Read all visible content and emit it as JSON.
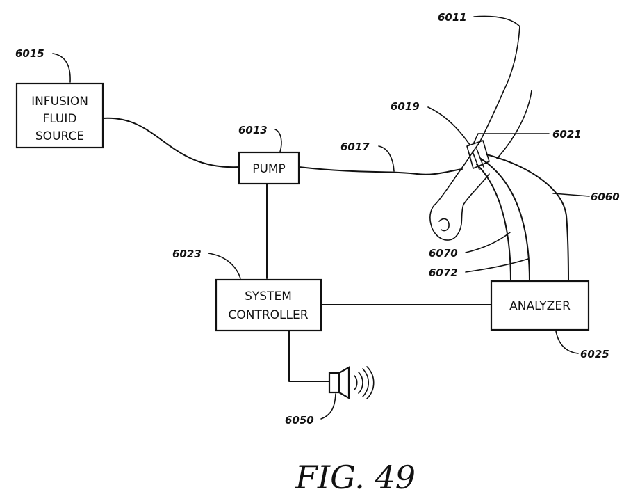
{
  "blocks": {
    "infusion_fluid_source": [
      "INFUSION",
      "FLUID",
      "SOURCE"
    ],
    "pump": "PUMP",
    "system_controller": [
      "SYSTEM",
      "CONTROLLER"
    ],
    "analyzer": "ANALYZER"
  },
  "refs": {
    "patient_arm": "6011",
    "pump": "6013",
    "infusion_fluid_source": "6015",
    "tubing": "6017",
    "catheter": "6019",
    "insertion_site": "6021",
    "system_controller": "6023",
    "analyzer": "6025",
    "alarm_speaker": "6050",
    "line_6060": "6060",
    "line_6070": "6070",
    "line_6072": "6072"
  },
  "caption": "FIG. 49"
}
